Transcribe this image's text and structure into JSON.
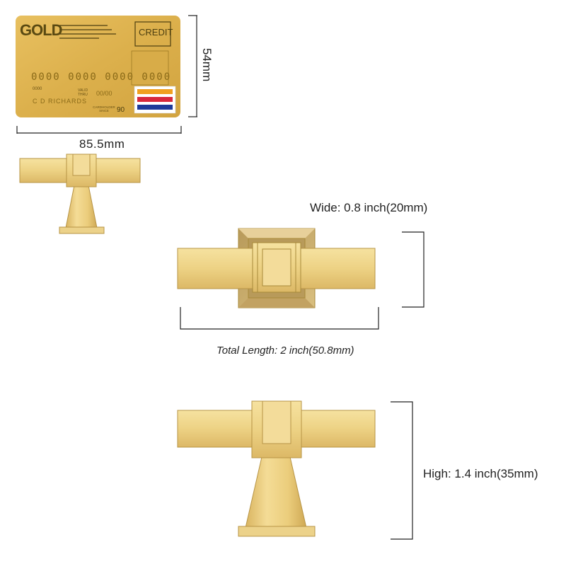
{
  "card": {
    "brand": "GOLD",
    "type_label": "CREDIT",
    "number": "0000 0000 0000 0000",
    "small_number": "0000",
    "valid_thru": "VALID THRU",
    "expiry": "00/00",
    "holder": "C D RICHARDS",
    "cardholder_since": "CARDHOLDER SINCE",
    "since_year": "90"
  },
  "dimensions": {
    "card_width": "85.5mm",
    "card_height": "54mm",
    "wide": "Wide: 0.8 inch(20mm)",
    "total_length": "Total Length: 2 inch(50.8mm)",
    "high": "High: 1.4 inch(35mm)"
  },
  "colors": {
    "gold_light": "#f2d98a",
    "gold_mid": "#e4c46a",
    "gold_dark": "#c9a24a",
    "outline": "#a88a3a",
    "line": "#222222",
    "stripe_orange": "#f0a020",
    "stripe_red": "#d8283c",
    "stripe_blue": "#1e3a9a"
  }
}
